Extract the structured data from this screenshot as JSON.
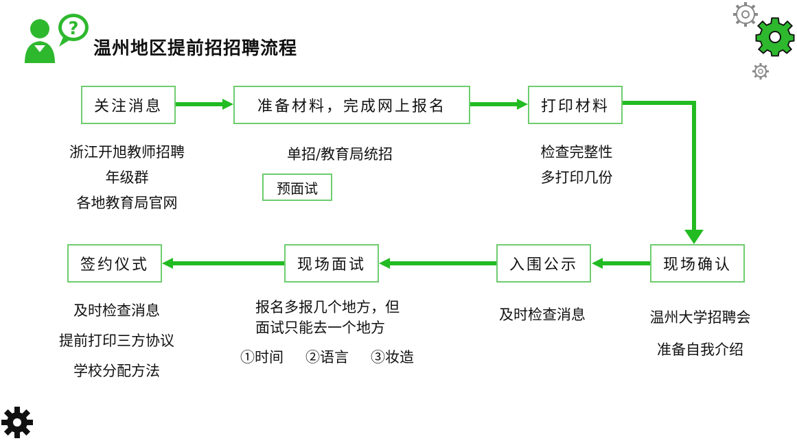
{
  "title": "温州地区提前招招聘流程",
  "steps": [
    {
      "label": "关注消息",
      "notes": [
        "浙江开旭教师招聘",
        "年级群",
        "各地教育局官网"
      ]
    },
    {
      "label": "准备材料，完成网上报名",
      "notes": [
        "单招/教育局统招"
      ],
      "tag": "预面试"
    },
    {
      "label": "打印材料",
      "notes": [
        "检查完整性",
        "多打印几份"
      ]
    },
    {
      "label": "现场确认",
      "notes": [
        "温州大学招聘会",
        "准备自我介绍"
      ]
    },
    {
      "label": "入围公示",
      "notes": [
        "及时检查消息"
      ]
    },
    {
      "label": "现场面试",
      "notes": [
        "报名多报几个地方，但",
        "面试只能去一个地方"
      ],
      "tips": [
        "①时间",
        "②语言",
        "③妆造"
      ]
    },
    {
      "label": "签约仪式",
      "notes": [
        "及时检查消息",
        "提前打印三方协议",
        "学校分配方法"
      ]
    }
  ],
  "colors": {
    "arrow": "#22bb22",
    "box_border": "#6dcc6d",
    "icon_green": "#2eb82e"
  }
}
